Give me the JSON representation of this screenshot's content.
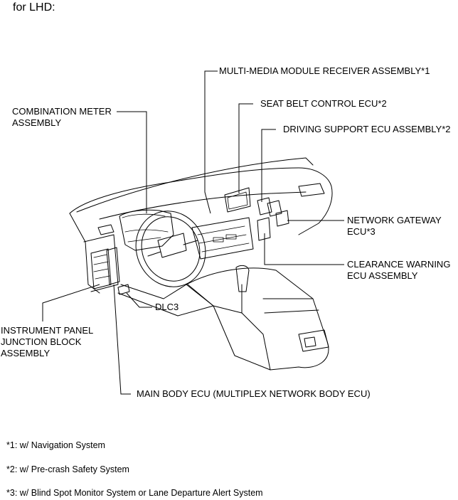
{
  "heading": "for LHD:",
  "labels": {
    "multimedia": "MULTI-MEDIA MODULE RECEIVER ASSEMBLY*1",
    "seatbelt": "SEAT BELT CONTROL ECU*2",
    "driving_support": "DRIVING SUPPORT ECU ASSEMBLY*2",
    "combination_meter_1": "COMBINATION METER",
    "combination_meter_2": "ASSEMBLY",
    "network_gateway_1": "NETWORK GATEWAY",
    "network_gateway_2": "ECU*3",
    "clearance_warning_1": "CLEARANCE WARNING",
    "clearance_warning_2": "ECU ASSEMBLY",
    "dlc3": "DLC3",
    "junction_block_1": "INSTRUMENT PANEL",
    "junction_block_2": "JUNCTION BLOCK",
    "junction_block_3": "ASSEMBLY",
    "main_body": "MAIN BODY ECU (MULTIPLEX NETWORK BODY ECU)"
  },
  "footnotes": [
    "*1: w/ Navigation System",
    "*2: w/ Pre-crash Safety System",
    "*3: w/ Blind Spot Monitor System or Lane Departure Alert System"
  ]
}
